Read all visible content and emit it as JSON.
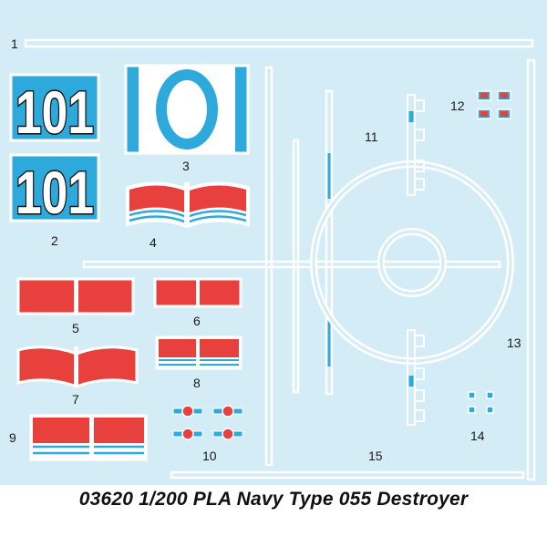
{
  "colors": {
    "sheet_bg": "#d4ecf6",
    "decal_red": "#e8413d",
    "decal_blue": "#2ea9dc",
    "outline": "#ffffff"
  },
  "decals": {
    "hull_number": "101",
    "single_digit": "0"
  },
  "labels": {
    "n1": "1",
    "n2": "2",
    "n3": "3",
    "n4": "4",
    "n5": "5",
    "n6": "6",
    "n7": "7",
    "n8": "8",
    "n9": "9",
    "n10": "10",
    "n11": "11",
    "n12": "12",
    "n13": "13",
    "n14": "14",
    "n15": "15"
  },
  "caption": "03620 1/200 PLA Navy Type 055 Destroyer"
}
